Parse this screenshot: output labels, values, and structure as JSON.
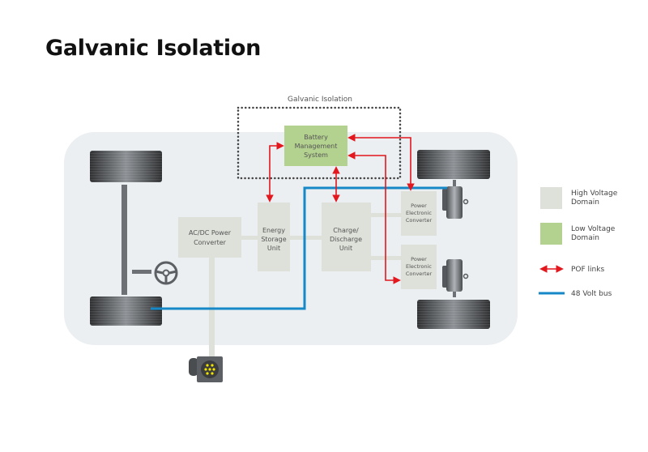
{
  "title": "Galvanic Isolation",
  "diagram": {
    "isolation_label": "Galvanic Isolation",
    "bms": {
      "line1": "Battery",
      "line2": "Management",
      "line3": "System"
    },
    "acdc": {
      "line1": "AC/DC Power",
      "line2": "Converter"
    },
    "energy": {
      "line1": "Energy",
      "line2": "Storage",
      "line3": "Unit"
    },
    "charge": {
      "line1": "Charge/",
      "line2": "Discharge",
      "line3": "Unit"
    },
    "pec_top": {
      "line1": "Power",
      "line2": "Electronic",
      "line3": "Converter"
    },
    "pec_bottom": {
      "line1": "Power",
      "line2": "Electronic",
      "line3": "Converter"
    }
  },
  "legend": {
    "high_voltage": {
      "line1": "High Voltage",
      "line2": "Domain",
      "color": "#dde1d9"
    },
    "low_voltage": {
      "line1": "Low Voltage",
      "line2": "Domain",
      "color": "#b3d18f"
    },
    "pof": {
      "label": "POF links",
      "color": "#e3171e"
    },
    "bus": {
      "label": "48 Volt bus",
      "color": "#1688c8"
    }
  },
  "colors": {
    "car_body": "#ebeff1",
    "hv_box": "#dde1d9",
    "lv_box": "#b3d18f",
    "pof": "#e3171e",
    "bus": "#1688c8"
  }
}
